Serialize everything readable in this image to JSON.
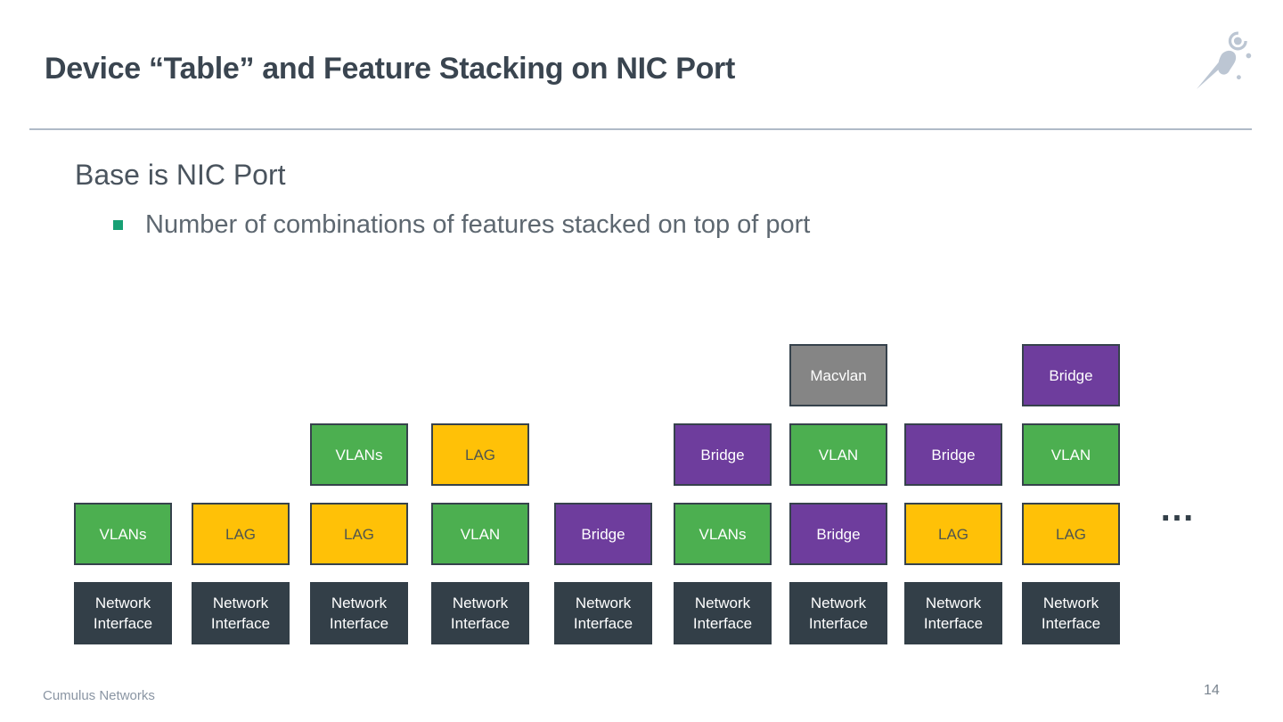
{
  "slide": {
    "title": "Device “Table” and Feature Stacking on NIC Port",
    "heading": "Base is NIC Port",
    "bullet": "Number of combinations of features stacked on top of port",
    "more_indicator": "…",
    "footer": "Cumulus Networks",
    "page_number": "14"
  },
  "colors": {
    "title_text": "#3A4550",
    "heading_text": "#4A545E",
    "bullet_text": "#5D6770",
    "bullet_accent": "#17A074",
    "separator": "#AFBAC7",
    "box_green": "#4CAF50",
    "box_yellow": "#FFC107",
    "box_purple": "#6E3D9D",
    "box_gray": "#858585",
    "box_dark": "#333F48",
    "box_border": "#36424C",
    "logo": "#BCC6D3",
    "footer_text": "#8A95A3"
  },
  "diagram": {
    "columns": [
      {
        "base": "Network Interface",
        "stack": [
          {
            "label": "VLANs",
            "type": "green"
          }
        ]
      },
      {
        "base": "Network Interface",
        "stack": [
          {
            "label": "LAG",
            "type": "yellow"
          }
        ]
      },
      {
        "base": "Network Interface",
        "stack": [
          {
            "label": "LAG",
            "type": "yellow"
          },
          {
            "label": "VLANs",
            "type": "green"
          }
        ]
      },
      {
        "base": "Network Interface",
        "stack": [
          {
            "label": "VLAN",
            "type": "green"
          },
          {
            "label": "LAG",
            "type": "yellow"
          }
        ]
      },
      {
        "base": "Network Interface",
        "stack": [
          {
            "label": "Bridge",
            "type": "purple"
          }
        ]
      },
      {
        "base": "Network Interface",
        "stack": [
          {
            "label": "VLANs",
            "type": "green"
          },
          {
            "label": "Bridge",
            "type": "purple"
          }
        ]
      },
      {
        "base": "Network Interface",
        "stack": [
          {
            "label": "Bridge",
            "type": "purple"
          },
          {
            "label": "VLAN",
            "type": "green"
          },
          {
            "label": "Macvlan",
            "type": "gray"
          }
        ]
      },
      {
        "base": "Network Interface",
        "stack": [
          {
            "label": "LAG",
            "type": "yellow"
          },
          {
            "label": "Bridge",
            "type": "purple"
          }
        ]
      },
      {
        "base": "Network Interface",
        "stack": [
          {
            "label": "LAG",
            "type": "yellow"
          },
          {
            "label": "VLAN",
            "type": "green"
          },
          {
            "label": "Bridge",
            "type": "purple"
          }
        ]
      }
    ]
  }
}
